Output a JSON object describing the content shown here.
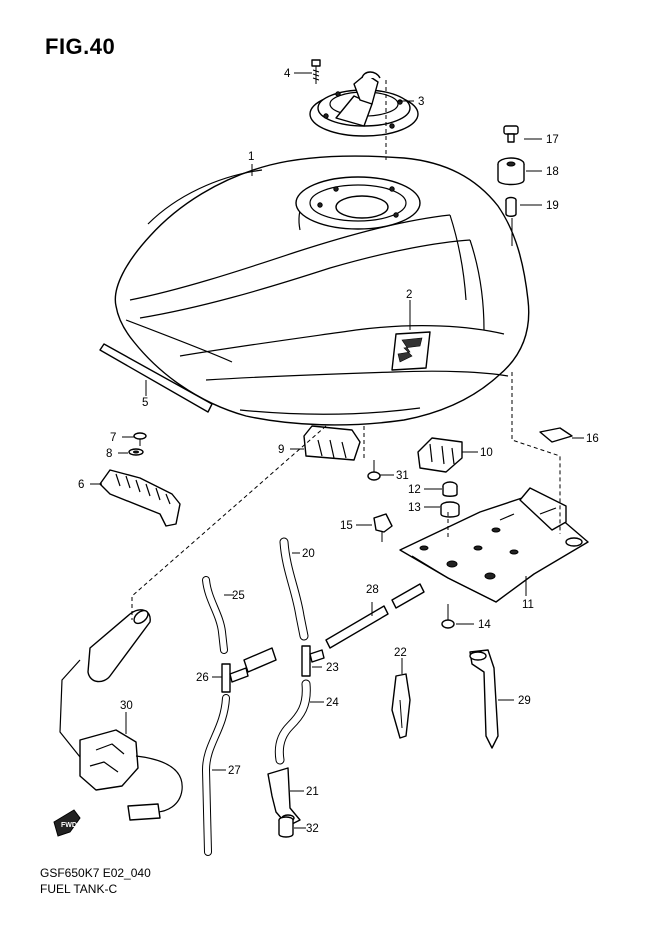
{
  "figure": {
    "title": "FIG.40"
  },
  "footer": {
    "model_code": "GSF650K7 E02_040",
    "section_name": "FUEL TANK-C"
  },
  "callouts": {
    "n1": "1",
    "n2": "2",
    "n3": "3",
    "n4": "4",
    "n5": "5",
    "n6": "6",
    "n7": "7",
    "n8": "8",
    "n9": "9",
    "n10": "10",
    "n11": "11",
    "n12": "12",
    "n13": "13",
    "n14": "14",
    "n15": "15",
    "n16": "16",
    "n17": "17",
    "n18": "18",
    "n19": "19",
    "n20": "20",
    "n21": "21",
    "n22": "22",
    "n23": "23",
    "n24": "24",
    "n25": "25",
    "n26": "26",
    "n27": "27",
    "n28": "28",
    "n29": "29",
    "n30": "30",
    "n31": "31",
    "n32": "32"
  },
  "direction_marker": {
    "label": "FWD"
  }
}
